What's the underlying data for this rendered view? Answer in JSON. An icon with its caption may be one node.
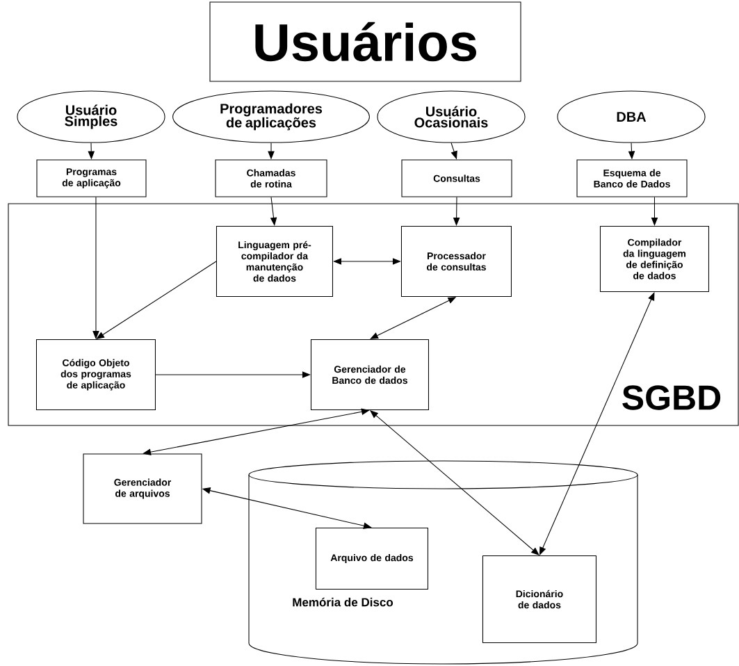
{
  "diagram": {
    "nodes": [
      {
        "text": [
          "Usuários"
        ]
      },
      {
        "text": [
          "Usuário Simples"
        ]
      },
      {
        "text": [
          "Programadores de aplicações"
        ]
      },
      {
        "text": [
          "Usuário Ocasionais"
        ]
      },
      {
        "text": [
          "DBA"
        ]
      },
      {
        "text": [
          "Programas de aplicação"
        ]
      },
      {
        "text": [
          "Chamadas de rotina"
        ]
      },
      {
        "text": [
          "Consultas"
        ]
      },
      {
        "text": [
          "Esquema de Banco de Dados"
        ]
      },
      {
        "text": [
          "SGBD"
        ]
      },
      {
        "text": [
          "Linguagem pré-compilador da manutenção de dados"
        ],
        "in": 9
      },
      {
        "text": [
          "Processador de consultas"
        ],
        "in": 9
      },
      {
        "text": [
          "Compilador da linguagem de definição de dados"
        ],
        "in": 9
      },
      {
        "text": [
          "Código Objeto dos programas de aplicação"
        ],
        "in": 9
      },
      {
        "text": [
          "Gerenciador de Banco de dados"
        ],
        "in": 9
      },
      {
        "text": [
          "Gerenciador de arquivos"
        ]
      },
      {
        "text": [
          "Memória de Disco"
        ]
      },
      {
        "text": [
          "Arquivo de dados"
        ],
        "in": 16
      },
      {
        "text": [
          "Dicionário de dados"
        ],
        "in": 16
      }
    ],
    "edges": [
      {
        "from": 1,
        "to": 5,
        "arrow": "to"
      },
      {
        "from": 2,
        "to": 6,
        "arrow": "to"
      },
      {
        "from": 3,
        "to": 7,
        "arrow": "to"
      },
      {
        "from": 4,
        "to": 8,
        "arrow": "to"
      },
      {
        "from": 5,
        "to": 13,
        "arrow": "to"
      },
      {
        "from": 6,
        "to": 10,
        "arrow": "to"
      },
      {
        "from": 7,
        "to": 11,
        "arrow": "to"
      },
      {
        "from": 8,
        "to": 12,
        "arrow": "to"
      },
      {
        "from": 10,
        "to": 11,
        "arrow": "both"
      },
      {
        "from": 10,
        "to": 13,
        "arrow": "to"
      },
      {
        "from": 11,
        "to": 14,
        "arrow": "both"
      },
      {
        "from": 13,
        "to": 14,
        "arrow": "to"
      },
      {
        "from": 14,
        "to": 15,
        "arrow": "both"
      },
      {
        "from": 14,
        "to": 18,
        "arrow": "both"
      },
      {
        "from": 12,
        "to": 18,
        "arrow": "both"
      },
      {
        "from": 15,
        "to": 17,
        "arrow": "both"
      }
    ]
  }
}
